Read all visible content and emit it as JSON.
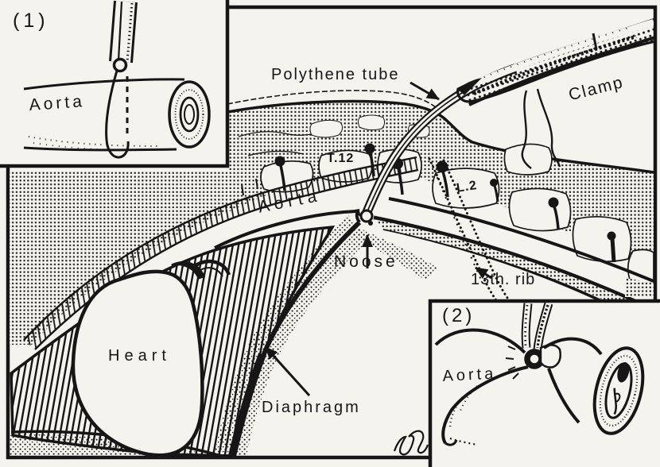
{
  "figure": {
    "colors": {
      "ink": "#161616",
      "paper": "#f5f3ee"
    },
    "inset1": {
      "number": "(1)",
      "aorta_label": "Aorta"
    },
    "main": {
      "polythene_tube_label": "Polythene tube",
      "clamp_label": "Clamp",
      "t12_label": "T.12",
      "l2_label": "L.2",
      "aorta_label": "Aorta",
      "noose_label": "Noose",
      "rib13_label": "13th. rib",
      "heart_label": "Heart",
      "diaphragm_label": "Diaphragm"
    },
    "inset2": {
      "number": "(2)",
      "aorta_label": "Aorta"
    }
  }
}
